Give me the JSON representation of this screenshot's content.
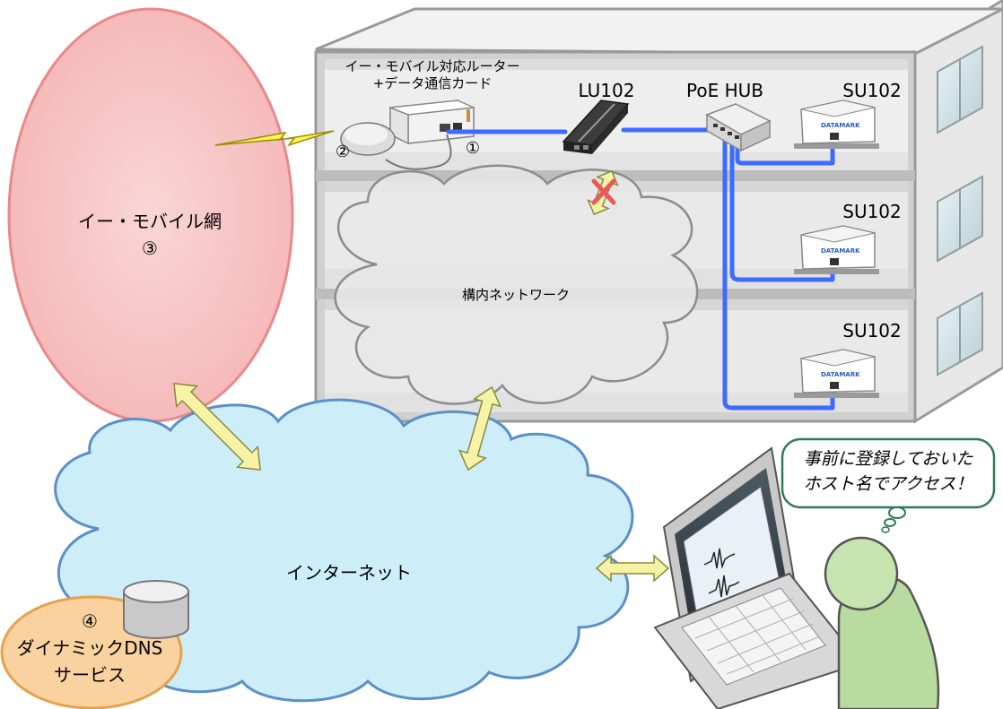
{
  "labels": {
    "router": "イー・モバイル対応ルーター",
    "router_card": "+データ通信カード",
    "lu": "LU102",
    "hub": "PoE HUB",
    "su1": "SU102",
    "su2": "SU102",
    "su3": "SU102",
    "num1": "①",
    "num2": "②",
    "emobile": "イー・モバイル網",
    "num3": "③",
    "lan": "構内ネットワーク",
    "internet": "インターネット",
    "num4": "④",
    "ddns1": "ダイナミックDNS",
    "ddns2": "サービス",
    "bubble1": "事前に登録しておいた",
    "bubble2": "ホスト名でアクセス！"
  },
  "colors": {
    "cable": "#3b6bff",
    "emobile_fill": "#f9c4c4",
    "emobile_stroke": "#e88a8a",
    "internet_fill": "#cdeef8",
    "internet_stroke": "#5b8fc9",
    "ddns_fill": "#f9d2a0",
    "ddns_stroke": "#e5a24a",
    "arrow_fill": "#f6f3a6",
    "person_fill": "#b8dca0",
    "building": "#dddddd"
  },
  "icons": [
    "building",
    "router",
    "antenna",
    "lu102-device",
    "poe-hub",
    "su102-device",
    "database-icon",
    "laptop",
    "person",
    "lightning",
    "double-arrow",
    "cross-mark",
    "cloud"
  ]
}
